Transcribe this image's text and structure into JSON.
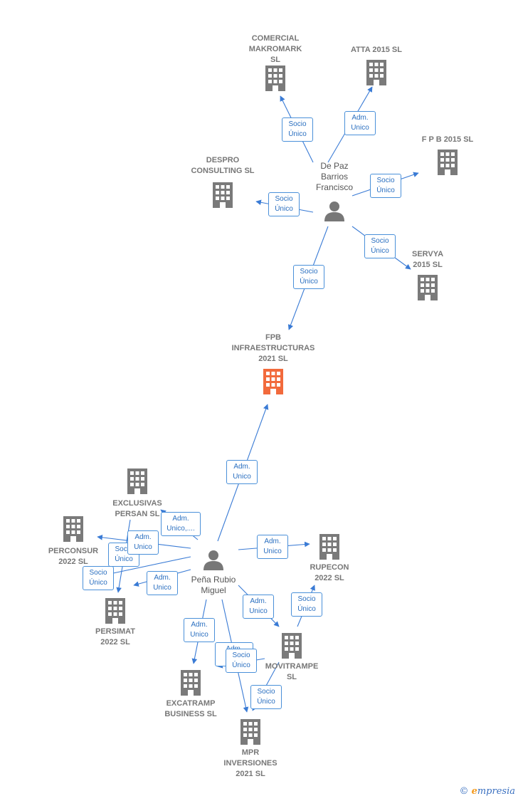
{
  "diagram": {
    "companies": {
      "comercial": "COMERCIAL\nMAKROMARK\nSL",
      "atta": "ATTA 2015  SL",
      "fpb2015": "F P B 2015  SL",
      "despro": "DESPRO\nCONSULTING SL",
      "servya": "SERVYA\n2015  SL",
      "fpbinfra": "FPB\nINFRAESTRUCTURAS\n2021  SL",
      "exclusivas": "EXCLUSIVAS\nPERSAN  SL",
      "perconsur": "PERCONSUR\n2022  SL",
      "persimat": "PERSIMAT\n2022  SL",
      "rupecon": "RUPECON\n2022  SL",
      "movitrampe": "MOVITRAMPE\nSL",
      "excatramp": "EXCATRAMP\nBUSINESS  SL",
      "mpr": "MPR\nINVERSIONES\n2021  SL"
    },
    "persons": {
      "depaz": "De Paz\nBarrios\nFrancisco",
      "pena": "Peña Rubio\nMiguel"
    },
    "badges": {
      "socio_unico": "Socio\nÚnico",
      "adm_unico": "Adm.\nUnico",
      "adm_unico_trunc": "Adm.\nUnico,...."
    },
    "colors": {
      "edge": "#3a7bd5",
      "building": "#7a7a7a",
      "building_focus": "#f26a3c",
      "person": "#777777"
    }
  },
  "brand": {
    "copyright": "©",
    "initial": "e",
    "rest": "mpresia"
  }
}
